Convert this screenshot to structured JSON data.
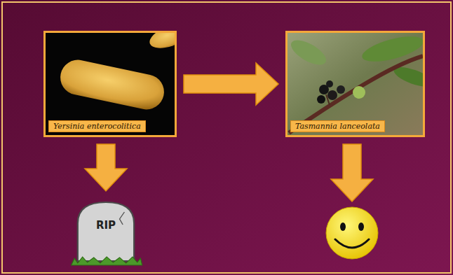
{
  "diagram": {
    "nodes": [
      {
        "text": [
          "Yersinia enterocolitica"
        ]
      },
      {
        "text": [
          "Tasmannia lanceolata"
        ]
      },
      {
        "text": [
          "RIP"
        ]
      }
    ],
    "edges": [
      {
        "from": 0,
        "to": 1,
        "arrow": "to"
      },
      {
        "from": 0,
        "to": 2,
        "arrow": "to"
      }
    ]
  }
}
